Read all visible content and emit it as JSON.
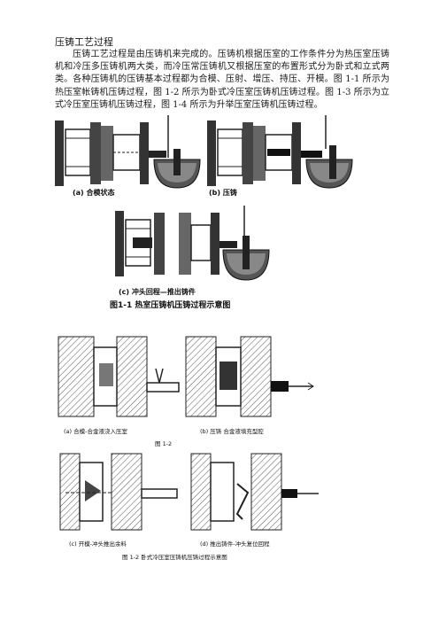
{
  "document": {
    "title": "压铸工艺过程",
    "paragraph": "压铸工艺过程是由压铸机来完成的。压铸机根据压室的工作条件分为热压室压铸机和冷压多压铸机两大类，而冷压常压铸机又根据压室的布置形式分为卧式和立式两类。各种压铸机的压铸基本过程都为合模、压射、增压、持压、开模。图 1-1 所示为热压室帐铸机压铸过程，图 1-2 所示为卧式冷压室压铸机压铸过程。图 1-3 所示为立式冷压室压铸机压铸过程，图 1-4 所示为升举压室压铸机压铸过程。"
  },
  "figure1": {
    "panel_a": "(a) 合模状态",
    "panel_b": "(b) 压铸",
    "panel_c": "(c) 冲头回程—推出铸件",
    "caption": "图1-1  热室压铸机压铸过程示意图"
  },
  "figure2": {
    "panel_a": "(a) 合模-合金液浇入压室",
    "panel_b": "(b) 压铸  合金液填充型腔",
    "mid_caption": "图 1-2",
    "panel_c": "(c) 开模-冲头推出余料",
    "panel_d": "(d) 推出铸件-冲头复位回程",
    "caption": "图 1-2  卧式冷压室压铸机压铸过程示意图"
  }
}
